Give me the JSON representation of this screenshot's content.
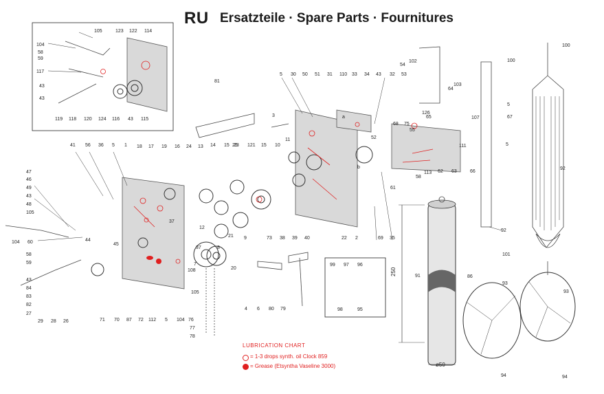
{
  "header": {
    "code": "RU",
    "title": "Ersatzteile · Spare Parts · Fournitures"
  },
  "lubrication": {
    "heading": "LUBRICATION CHART",
    "oil": "= 1-3 drops synth. oil Clock 859",
    "grease": "= Grease (Etsyntha Vaseline 3000)",
    "color": "#e02020"
  },
  "dimensions": {
    "height": "250",
    "diameter": "ø50"
  },
  "callouts": [
    "105",
    "123",
    "122",
    "114",
    "104",
    "58",
    "59",
    "117",
    "43",
    "43",
    "119",
    "118",
    "120",
    "124",
    "116",
    "43",
    "115",
    "81",
    "5",
    "30",
    "50",
    "51",
    "31",
    "110",
    "33",
    "34",
    "43",
    "32",
    "53",
    "54",
    "102",
    "100",
    "100",
    "3",
    "126",
    "65",
    "68",
    "75",
    "55",
    "52",
    "64",
    "103",
    "107",
    "5",
    "67",
    "5",
    "41",
    "56",
    "36",
    "5",
    "1",
    "18",
    "17",
    "19",
    "16",
    "24",
    "13",
    "14",
    "15",
    "25",
    "23",
    "121",
    "15",
    "10",
    "11",
    "47",
    "46",
    "49",
    "43",
    "48",
    "105",
    "104",
    "60",
    "44",
    "45",
    "12",
    "37",
    "37",
    "8",
    "21",
    "7",
    "108",
    "73",
    "38",
    "39",
    "40",
    "22",
    "2",
    "69",
    "35",
    "9",
    "20",
    "58",
    "59",
    "43",
    "84",
    "83",
    "82",
    "27",
    "29",
    "28",
    "26",
    "71",
    "70",
    "87",
    "72",
    "112",
    "5",
    "104",
    "105",
    "76",
    "77",
    "78",
    "111",
    "62",
    "63",
    "66",
    "113",
    "58",
    "61",
    "4",
    "6",
    "80",
    "79",
    "99",
    "97",
    "96",
    "98",
    "95",
    "91",
    "86",
    "92",
    "101",
    "93",
    "93",
    "92",
    "94",
    "94",
    "a",
    "b"
  ]
}
